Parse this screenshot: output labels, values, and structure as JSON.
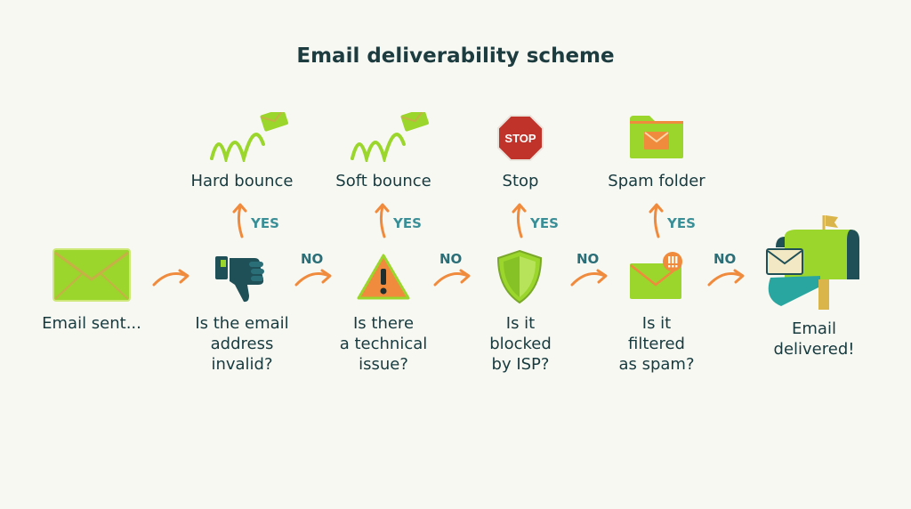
{
  "title": "Email deliverability scheme",
  "colors": {
    "lime": "#98d62a",
    "teal": "#1f4f57",
    "orange": "#f08a3c",
    "stop_red": "#c0332b",
    "gold": "#d9b54a"
  },
  "start": {
    "label": "Email sent...",
    "icon": "envelope-icon"
  },
  "steps": [
    {
      "question": [
        "Is the email",
        "address",
        "invalid?"
      ],
      "icon": "thumbs-down-icon",
      "yes_outcome": "Hard bounce",
      "outcome_icon": "bouncing-envelope-icon"
    },
    {
      "question": [
        "Is there",
        "a technical",
        "issue?"
      ],
      "icon": "warning-icon",
      "yes_outcome": "Soft bounce",
      "outcome_icon": "bouncing-envelope-icon"
    },
    {
      "question": [
        "Is it",
        "blocked",
        "by ISP?"
      ],
      "icon": "shield-icon",
      "yes_outcome": "Stop",
      "outcome_icon": "stop-sign-icon",
      "outcome_icon_text": "STOP"
    },
    {
      "question": [
        "Is it",
        "filtered",
        "as spam?"
      ],
      "icon": "spam-envelope-icon",
      "yes_outcome": "Spam folder",
      "outcome_icon": "folder-envelope-icon"
    }
  ],
  "end": {
    "label": [
      "Email",
      "delivered!"
    ],
    "icon": "mailbox-icon"
  },
  "labels": {
    "yes": "YES",
    "no": "NO"
  }
}
